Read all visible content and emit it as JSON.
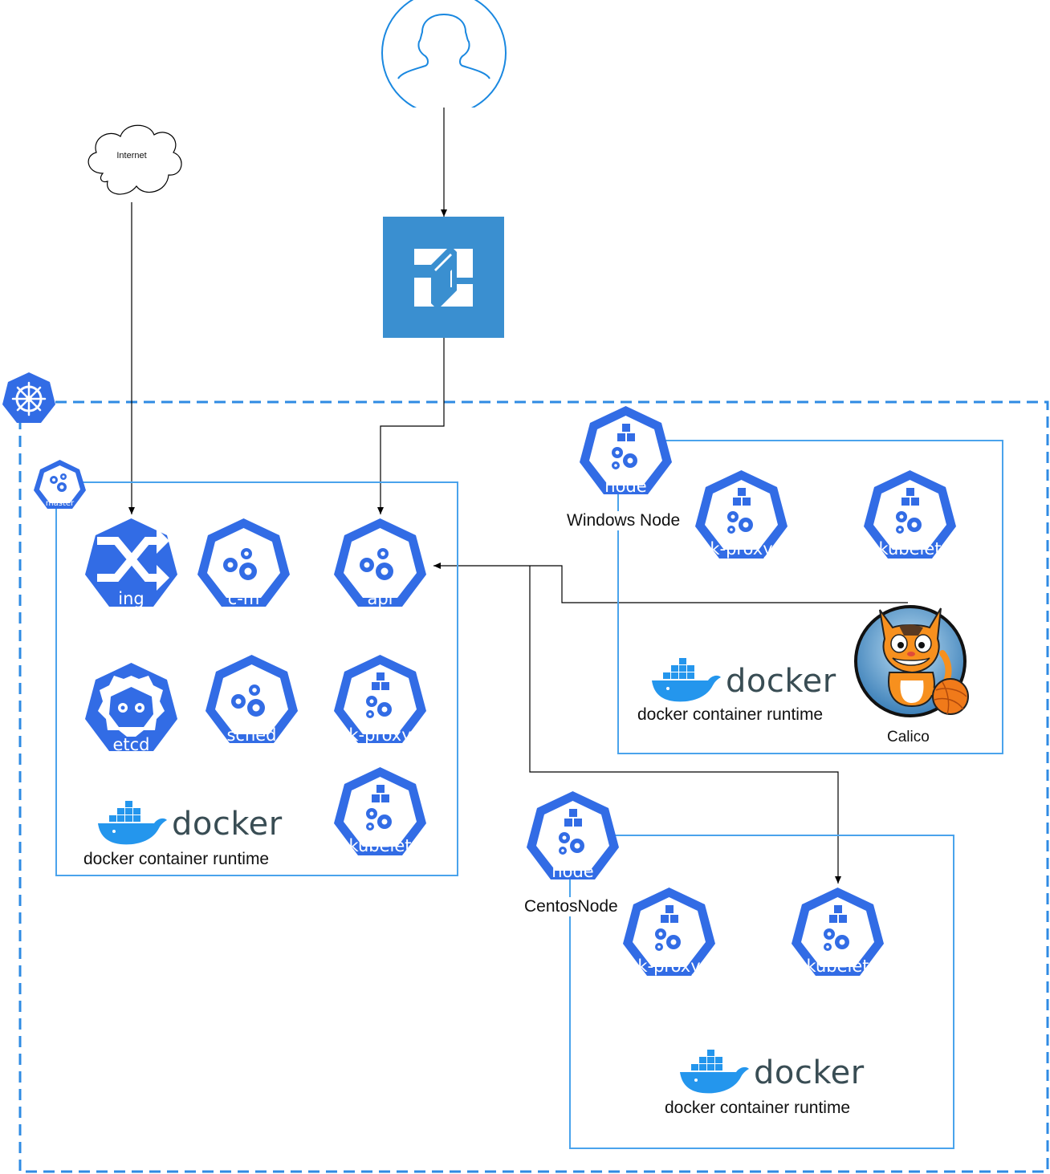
{
  "colors": {
    "k8s_blue": "#326ce5",
    "outline_blue": "#4aa3ec",
    "cluster_dash": "#2f8be3",
    "aks_blue": "#3a8fd0",
    "docker_text": "#394d54",
    "docker_blue": "#2496ed"
  },
  "internet": {
    "label": "Internet",
    "icon": "cloud-icon"
  },
  "user": {
    "icon": "user-icon"
  },
  "load_balancer": {
    "icon": "shutter-gateway-icon"
  },
  "cluster": {
    "icon": "kubernetes-helm-icon"
  },
  "master": {
    "badge_label": "master",
    "components": {
      "ing": "ing",
      "cm": "c-m",
      "api": "api",
      "etcd": "etcd",
      "sched": "sched",
      "kproxy": "k-proxy",
      "kubelet": "kubelet"
    },
    "docker_word": "docker",
    "runtime_label": "docker container runtime"
  },
  "windows_node": {
    "badge_label": "node",
    "name": "Windows Node",
    "kproxy": "k-proxy",
    "kubelet": "kubelet",
    "docker_word": "docker",
    "runtime_label": "docker container runtime",
    "cni_label": "Calico",
    "cni_icon": "calico-cat-icon"
  },
  "centos_node": {
    "badge_label": "node",
    "name": "CentosNode",
    "kproxy": "k-proxy",
    "kubelet": "kubelet",
    "docker_word": "docker",
    "runtime_label": "docker container runtime"
  }
}
